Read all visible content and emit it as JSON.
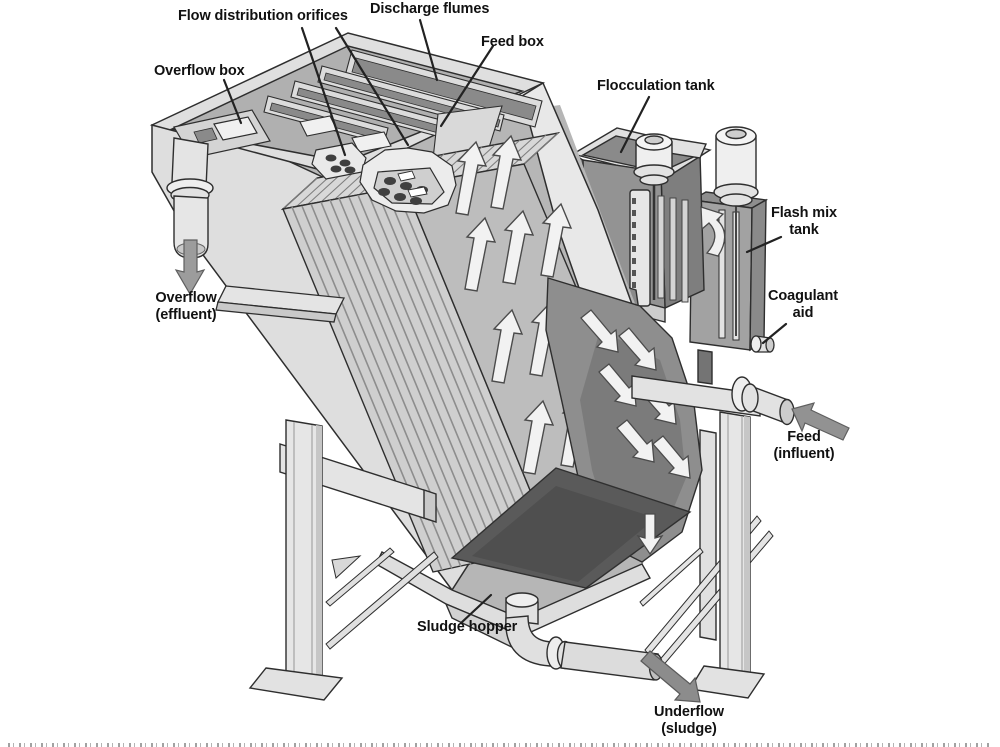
{
  "diagram": {
    "background": "#ffffff",
    "labels": {
      "flow_distribution_orifices": "Flow distribution orifices",
      "discharge_flumes": "Discharge flumes",
      "feed_box": "Feed box",
      "overflow_box": "Overflow box",
      "flocculation_tank": "Flocculation tank",
      "flash_mix_tank": "Flash mix\ntank",
      "coagulant_aid": "Coagulant\naid",
      "overflow_effluent": "Overflow\n(effluent)",
      "feed_influent": "Feed\n(influent)",
      "sludge_hopper": "Sludge hopper",
      "underflow_sludge": "Underflow\n(sludge)"
    },
    "arrows": {
      "plate_pack_flow": "up",
      "downcomer_flow": "down",
      "trough_flow": "left",
      "overflow_direction": "down",
      "feed_direction": "in-left",
      "underflow_direction": "down-right"
    },
    "colors": {
      "background": "#ffffff",
      "outline": "#2e2e2e",
      "label_text": "#111111",
      "light_face": "#e2e2e2",
      "mid_face": "#b5b5b5",
      "dark_face": "#8e8e8e",
      "pit": "#5a5a5a",
      "flow_arrow_white": "#f2f2f2",
      "io_arrow_gray": "#929292"
    }
  }
}
